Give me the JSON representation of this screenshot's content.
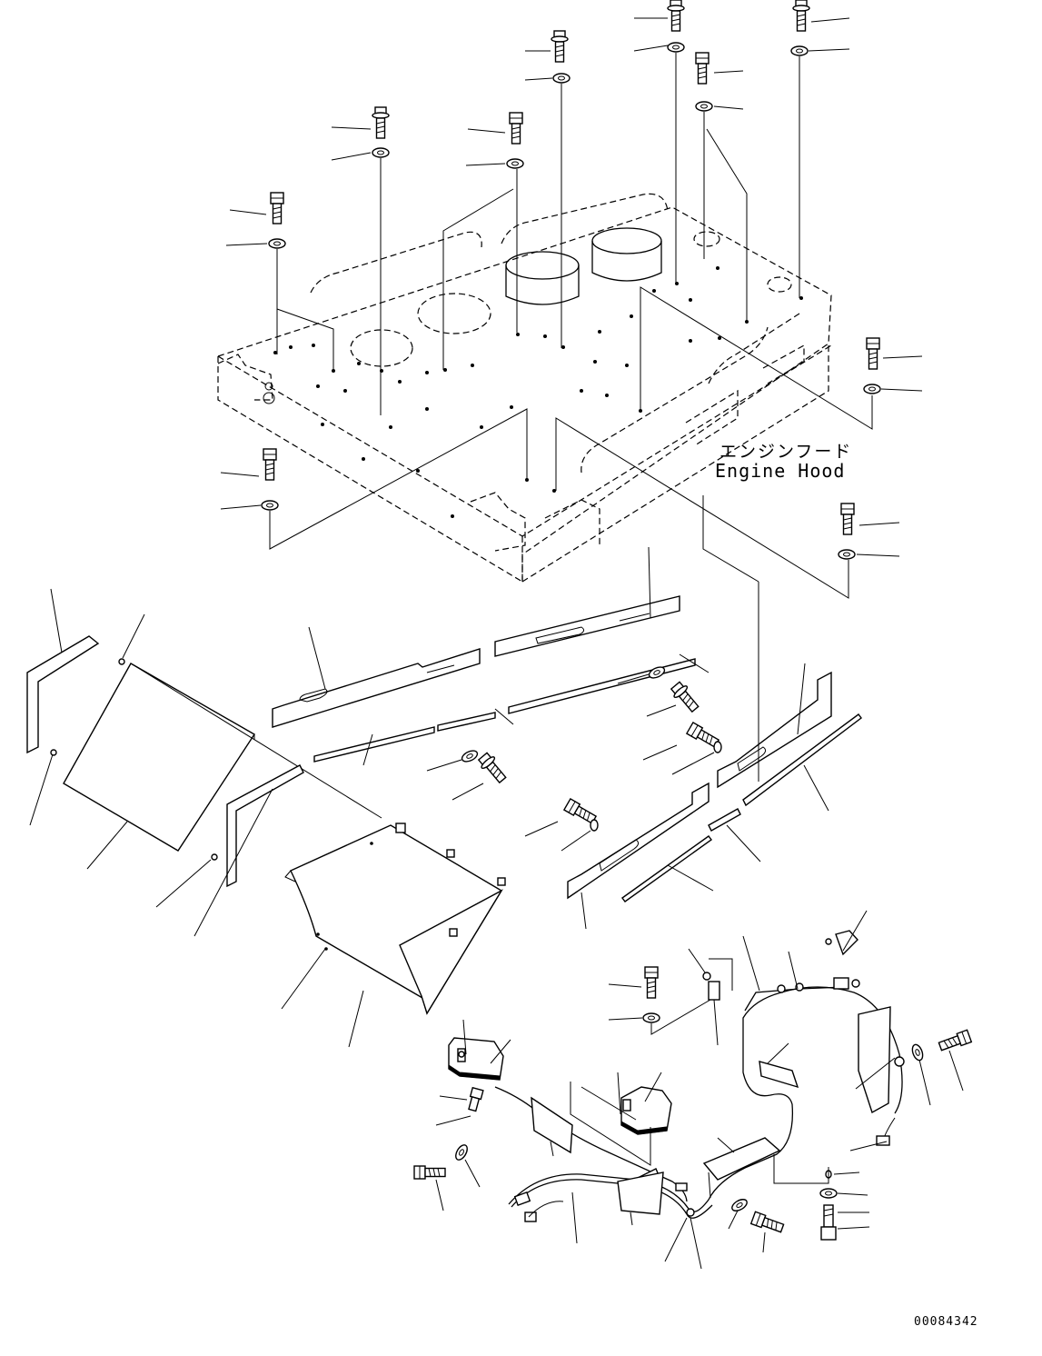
{
  "callout": {
    "japanese": "エンジンフード",
    "english": "Engine Hood"
  },
  "drawing_number": "00084342",
  "icons": [
    "bolt-icon",
    "washer-icon",
    "work-lamp-icon",
    "wiring-harness-icon"
  ],
  "colors": {
    "line": "#000000",
    "background": "#ffffff"
  }
}
